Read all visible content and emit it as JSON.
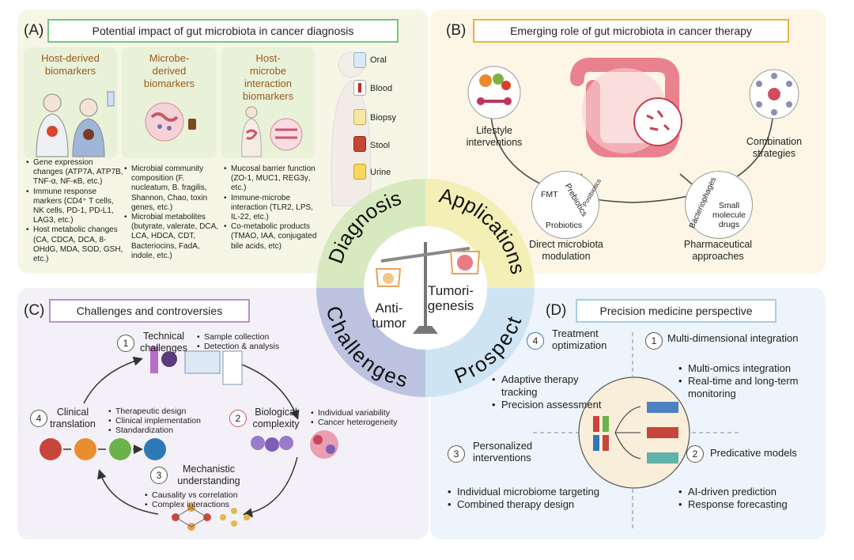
{
  "panelA": {
    "label": "(A)",
    "title": "Potential impact of gut microbiota in cancer diagnosis",
    "col1": {
      "head": [
        "Host-derived",
        "biomarkers"
      ],
      "bullets": [
        "Gene expression changes (ATP7A, ATP7B, TNF-α, NF-κB, etc.)",
        "Immune response markers (CD4⁺ T cells, NK cells, PD-1, PD-L1, LAG3, etc.)",
        "Host metabolic changes (CA, CDCA, DCA, 8-OHdG, MDA, SOD, GSH, etc.)"
      ]
    },
    "col2": {
      "head": [
        "Microbe-",
        "derived",
        "biomarkers"
      ],
      "bullets": [
        "Microbial community composition (F. nucleatum, B. fragilis, Shannon, Chao, toxin genes, etc.)",
        "Microbial metabolites (butyrate, valerate, DCA, LCA, HDCA, CDT, Bacteriocins, FadA, indole, etc.)"
      ]
    },
    "col3": {
      "head": [
        "Host-",
        "microbe",
        "interaction",
        "biomarkers"
      ],
      "bullets": [
        "Mucosal barrier function (ZO-1, MUC1, REG3γ, etc.)",
        "Immune-microbe interaction (TLR2, LPS, IL-22, etc.)",
        "Co-metabolic products (TMAO, IAA, conjugated bile acids, etc)"
      ]
    },
    "samples": [
      "Oral",
      "Blood",
      "Biopsy",
      "Stool",
      "Urine"
    ]
  },
  "panelB": {
    "label": "(B)",
    "title": "Emerging role of gut microbiota in cancer therapy",
    "lifestyle": [
      "Lifestyle",
      "interventions"
    ],
    "combination": [
      "Combination",
      "strategies"
    ],
    "direct": [
      "Direct microbiota",
      "modulation"
    ],
    "pharma": [
      "Pharmaceutical",
      "approaches"
    ],
    "fmt": "FMT",
    "prebiotics": "Prebiotics",
    "probiotics": "Probiotics",
    "postbiotics": "Postbiotics",
    "bacteriophages": "Bacteriophages",
    "small_molecule": [
      "Small",
      "molecule",
      "drugs"
    ]
  },
  "center": {
    "diagnosis": "Diagnosis",
    "applications": "Applications",
    "challenges": "Challenges",
    "prospect": "Prospect",
    "anti": [
      "Anti-",
      "tumor"
    ],
    "tumori": [
      "Tumori-",
      "genesis"
    ]
  },
  "panelC": {
    "label": "(C)",
    "title": "Challenges and controversies",
    "s1": {
      "num": "1",
      "title": [
        "Technical",
        "challenges"
      ],
      "bullets": [
        "Sample collection",
        "Detection & analysis"
      ]
    },
    "s2": {
      "num": "2",
      "title": [
        "Biological",
        "complexity"
      ],
      "bullets": [
        "Individual variability",
        "Cancer heterogeneity"
      ]
    },
    "s3": {
      "num": "3",
      "title": [
        "Mechanistic",
        "understanding"
      ],
      "bullets": [
        "Causality vs correlation",
        "Complex interactions"
      ]
    },
    "s4": {
      "num": "4",
      "title": [
        "Clinical",
        "translation"
      ],
      "bullets": [
        "Therapeutic design",
        "Clinical implementation",
        "Standardization"
      ]
    }
  },
  "panelD": {
    "label": "(D)",
    "title": "Precision medicine perspective",
    "q4": {
      "num": "4",
      "title": [
        "Treatment",
        "optimization"
      ],
      "bullets": [
        "Adaptive therapy tracking",
        "Precision assessment"
      ]
    },
    "q1": {
      "num": "1",
      "title": "Multi-dimensional integration",
      "bullets": [
        "Multi-omics integration",
        "Real-time and long-term monitoring"
      ]
    },
    "q3": {
      "num": "3",
      "title": [
        "Personalized",
        "interventions"
      ],
      "bullets": [
        "Individual microbiome targeting",
        "Combined therapy design"
      ]
    },
    "q2": {
      "num": "2",
      "title": "Predicative models",
      "bullets": [
        "AI-driven prediction",
        "Response forecasting"
      ]
    }
  }
}
